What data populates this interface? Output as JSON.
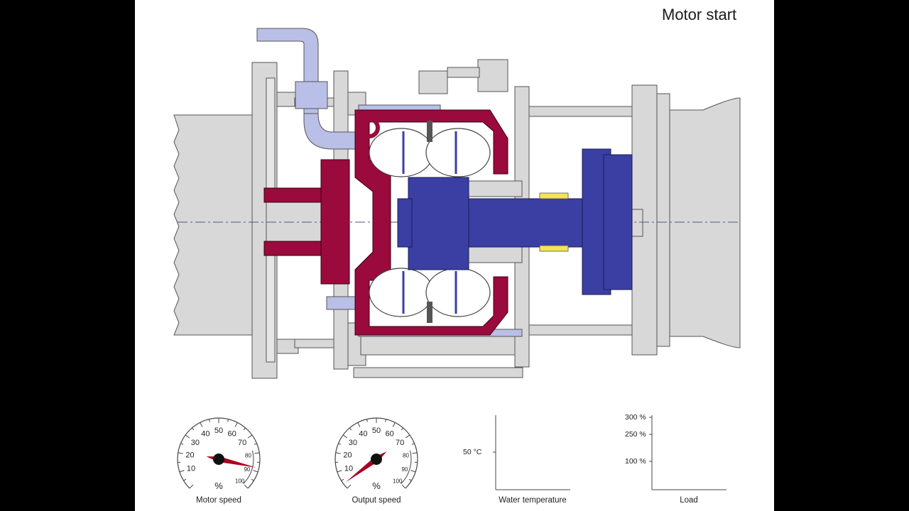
{
  "title": "Motor start",
  "colors": {
    "background": "#ffffff",
    "housing_gray": "#d6d6d6",
    "outline": "#555555",
    "pump_side_red": "#9b0a3c",
    "turbine_side_blue": "#3b3fa3",
    "water_light_blue": "#b9bfe6",
    "seal_yellow": "#f5e35a",
    "needle_red": "#a8001f"
  },
  "gauges": [
    {
      "label": "Motor speed",
      "unit": "%",
      "ticks": [
        "10",
        "20",
        "30",
        "40",
        "50",
        "60",
        "70",
        "80",
        "90",
        "100"
      ],
      "value_percent": 88
    },
    {
      "label": "Output speed",
      "unit": "%",
      "ticks": [
        "10",
        "20",
        "30",
        "40",
        "50",
        "60",
        "70",
        "80",
        "90",
        "100"
      ],
      "value_percent": 3
    }
  ],
  "charts": [
    {
      "label": "Water temperature",
      "ticks": [
        "50 °C"
      ]
    },
    {
      "label": "Load",
      "ticks": [
        "300 %",
        "250 %",
        "100 %"
      ]
    }
  ]
}
